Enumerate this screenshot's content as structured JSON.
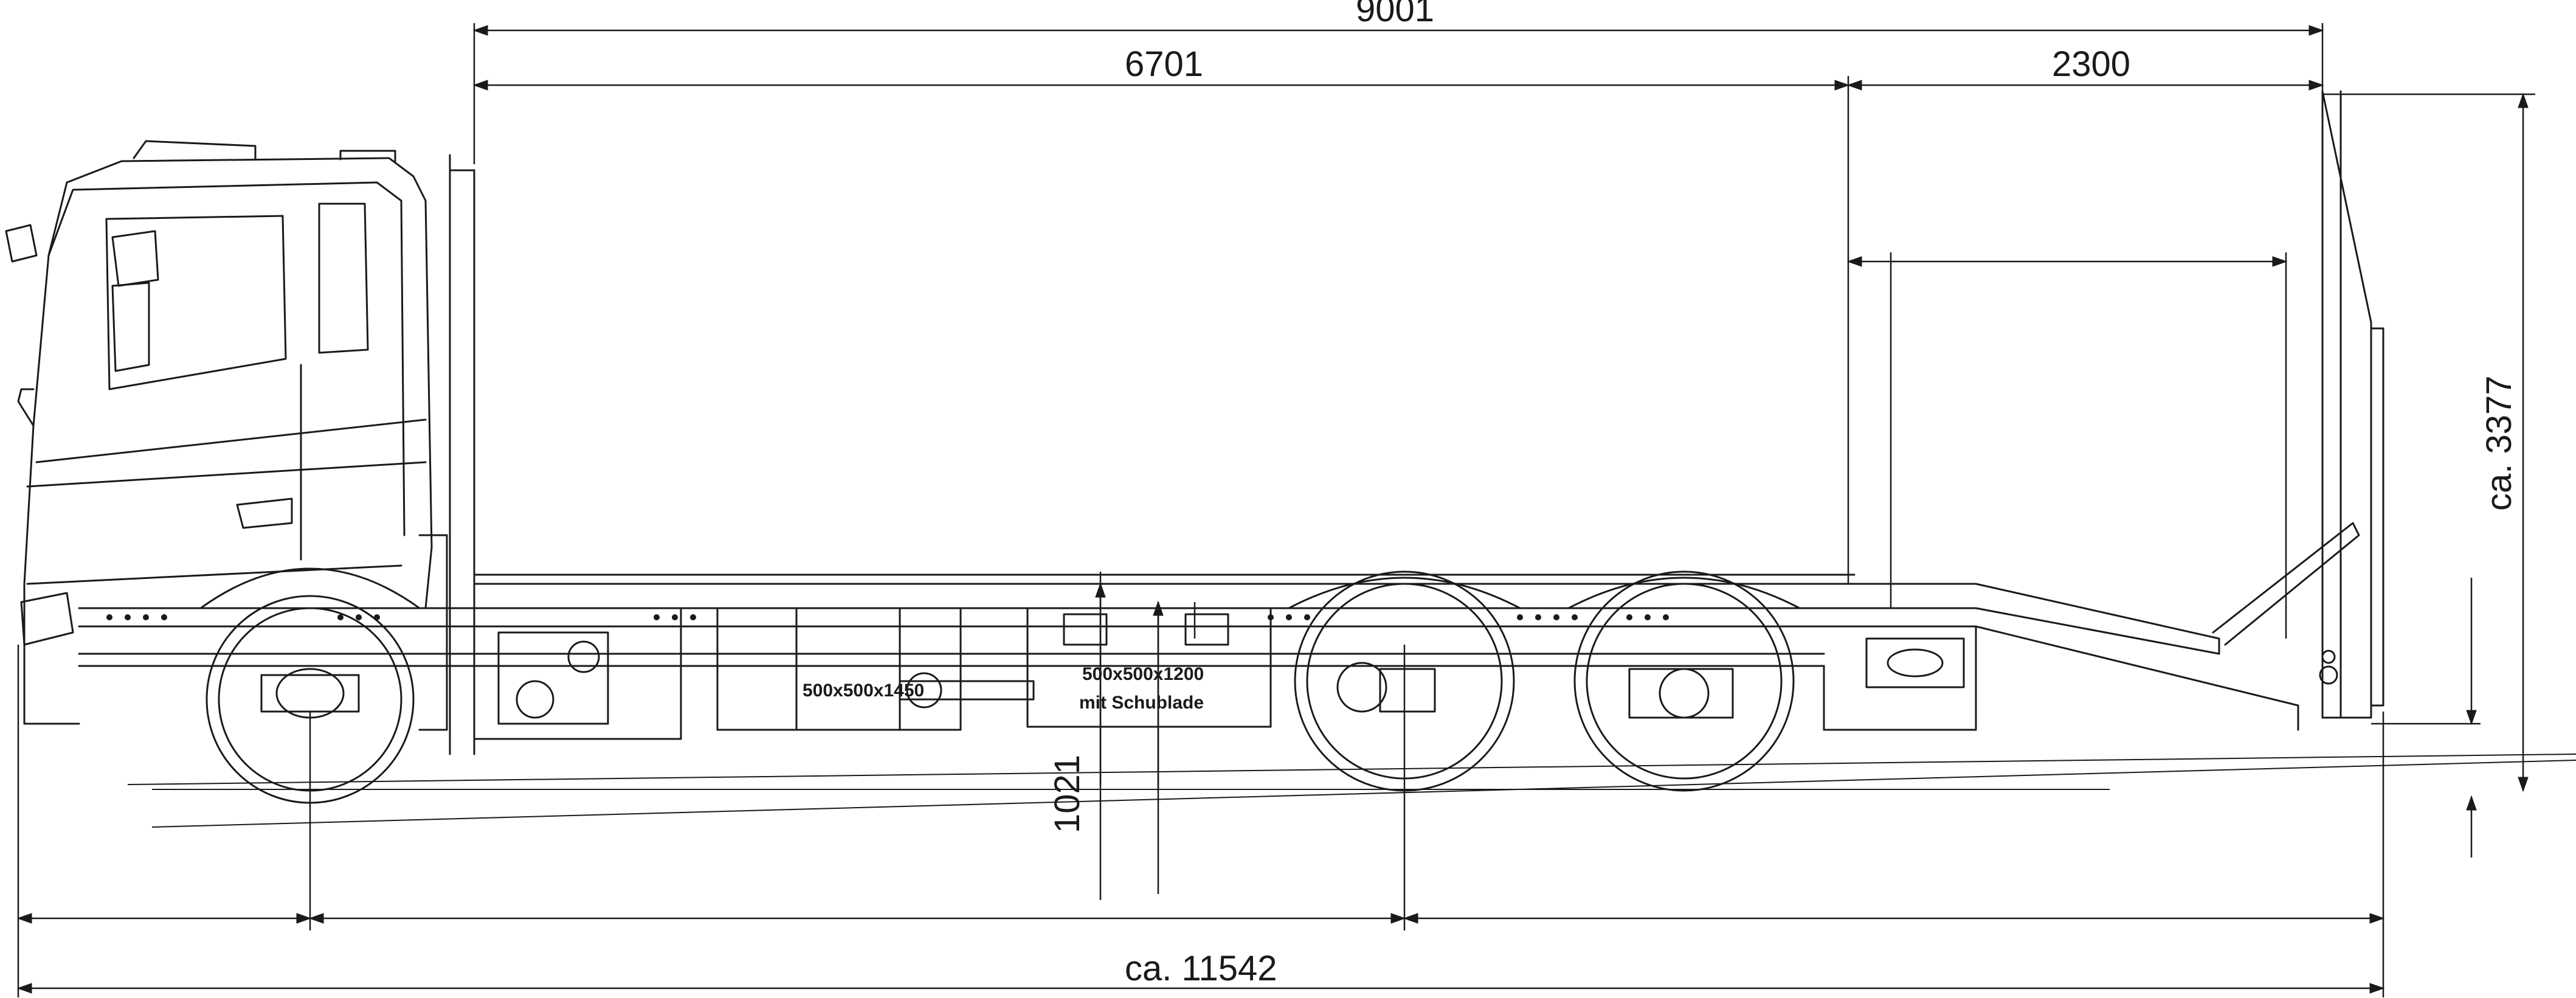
{
  "dimensions": {
    "overall_body_length": "9001",
    "platform_length": "6701",
    "ramp_length": "2300",
    "overall_height": "ca. 3377",
    "platform_height": "1021",
    "overall_vehicle_length": "ca. 11542"
  },
  "toolboxes": {
    "left_box": "500x500x1450",
    "right_box_size": "500x500x1200",
    "right_box_note": "mit Schublade"
  }
}
